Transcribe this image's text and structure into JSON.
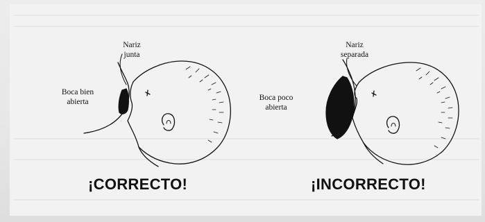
{
  "correct": {
    "label_nose": [
      "Nariz",
      "junta"
    ],
    "label_mouth": [
      "Boca bien",
      "abierta"
    ],
    "verdict": "¡CORRECTO!"
  },
  "incorrect": {
    "label_nose": [
      "Nariz",
      "separada"
    ],
    "label_mouth": [
      "Boca poco",
      "abierta"
    ],
    "verdict": "¡INCORRECTO!"
  },
  "colors": {
    "ink": "#111111",
    "paper": "#f2f2f2",
    "background": "#e6e6e6"
  }
}
